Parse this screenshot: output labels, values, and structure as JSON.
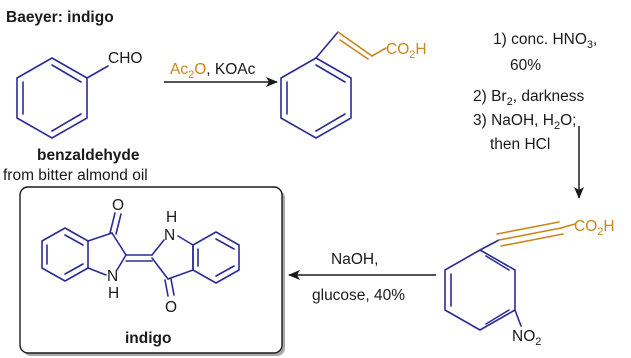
{
  "title": "Baeyer: indigo",
  "benzaldehyde": {
    "cho": "CHO",
    "name": "benzaldehyde",
    "source": "from bitter almond oil"
  },
  "step1": {
    "reagent_ac": "Ac",
    "reagent_ac_sub": "2",
    "reagent_o": "O",
    "reagent_rest": ", KOAc"
  },
  "cinnamic": {
    "group": "CO",
    "group_sub": "2",
    "group_h": "H"
  },
  "step2": {
    "line1_a": "1) conc. HNO",
    "line1_sub": "3",
    "line1_b": ",",
    "line2": "60%",
    "line3_a": "2) Br",
    "line3_sub": "2",
    "line3_b": ", darkness",
    "line4_a": "3) NaOH, H",
    "line4_sub": "2",
    "line4_b": "O;",
    "line5": "then HCl"
  },
  "nitro": {
    "group": "CO",
    "group_sub": "2",
    "group_h": "H",
    "no2": "NO",
    "no2_sub": "2"
  },
  "step3": {
    "line1": "NaOH,",
    "line2": "glucose, 40%"
  },
  "indigo": {
    "o_top": "O",
    "o_bottom": "O",
    "nh_top": "N",
    "nh_top_h": "H",
    "nh_bottom_n": "N",
    "nh_bottom_h": "H",
    "name": "indigo"
  },
  "colors": {
    "bond": "#2b2b96",
    "reagent": "#c8861e",
    "text": "#1a1a1a"
  }
}
